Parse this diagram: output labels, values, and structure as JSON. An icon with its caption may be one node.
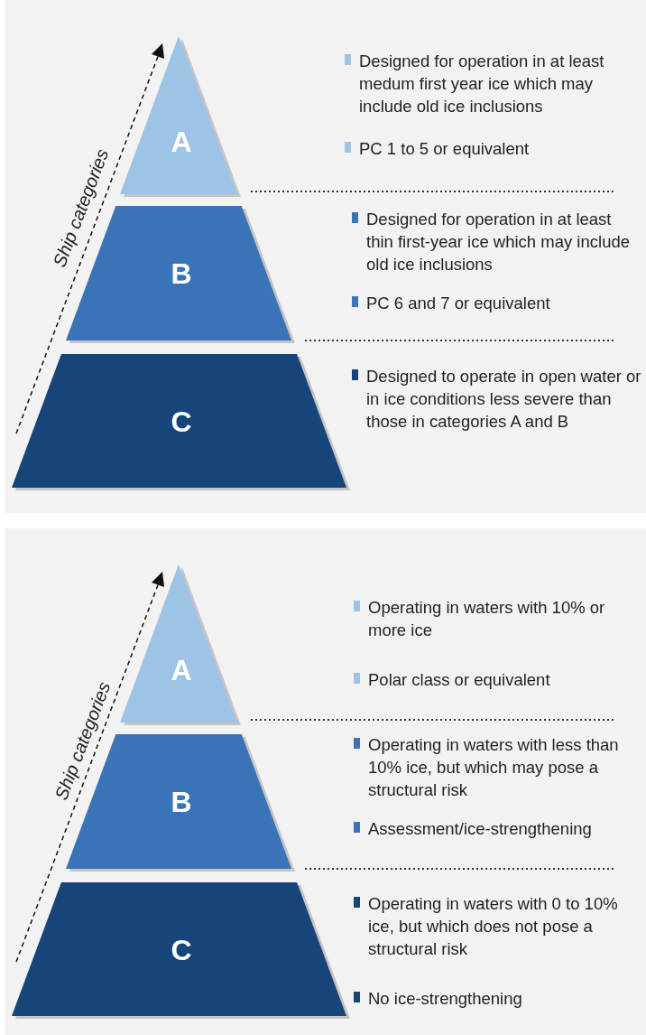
{
  "diagram": {
    "nodes": [
      {
        "text": [
          "A"
        ]
      },
      {
        "text": [
          "B"
        ]
      },
      {
        "text": [
          "C"
        ]
      },
      {
        "text": [
          "A"
        ]
      },
      {
        "text": [
          "B"
        ]
      },
      {
        "text": [
          "C"
        ]
      }
    ],
    "labels": [
      "Ship categories",
      "Designed for operation in at least medum first year ice which may include old ice inclusions",
      "PC 1 to 5 or equivalent",
      "Designed for operation in at least thin first-year ice which may include old ice inclusions",
      "PC 6 and 7 or equivalent",
      "Designed to operate in open water or in ice conditions less severe than those in categories A and B",
      "Ship categories",
      "Operating in waters with 10% or more ice",
      "Polar class or equivalent",
      "Operating in waters with less than 10% ice, but which may pose a structural risk",
      "Assessment/ice-strengthening",
      "Operating in waters with 0 to 10% ice, but which does not pose a structural risk",
      "No ice-strengthening"
    ]
  }
}
